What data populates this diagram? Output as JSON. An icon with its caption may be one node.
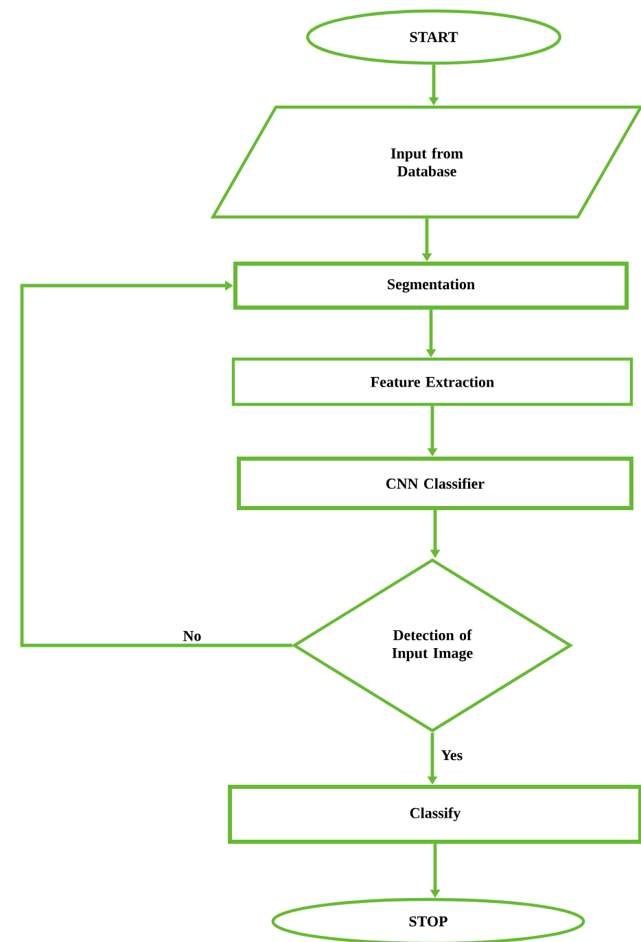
{
  "diagram": {
    "nodes": [
      {
        "text": [
          "START"
        ]
      },
      {
        "text": [
          "Input from Database"
        ]
      },
      {
        "text": [
          "Segmentation"
        ]
      },
      {
        "text": [
          "Feature Extraction"
        ]
      },
      {
        "text": [
          "CNN Classifier"
        ]
      },
      {
        "text": [
          "Detection of Input Image"
        ]
      },
      {
        "text": [
          "Classify"
        ]
      },
      {
        "text": [
          "STOP"
        ]
      }
    ],
    "edges": [
      {
        "from": 0,
        "to": 1,
        "arrow": "to"
      },
      {
        "from": 1,
        "to": 2,
        "arrow": "to"
      },
      {
        "from": 2,
        "to": 3,
        "arrow": "to"
      },
      {
        "from": 3,
        "to": 4,
        "arrow": "to"
      },
      {
        "from": 4,
        "to": 5,
        "arrow": "to"
      },
      {
        "from": 5,
        "to": 6,
        "label": "Yes",
        "arrow": "to"
      },
      {
        "from": 6,
        "to": 7,
        "arrow": "to"
      },
      {
        "from": 5,
        "to": 2,
        "label": "No",
        "arrow": "to"
      }
    ]
  }
}
